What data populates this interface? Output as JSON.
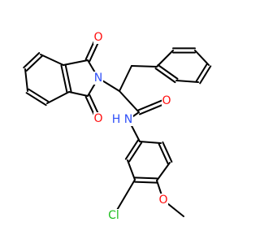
{
  "structure": {
    "colors": {
      "bond": "#000000",
      "O": "#ff0d0d",
      "N": "#3050f8",
      "Cl": "#1fbf1f",
      "background": "#ffffff"
    },
    "atom_labels": [
      {
        "id": "o-top",
        "text": "O",
        "element": "O"
      },
      {
        "id": "o-bottom",
        "text": "O",
        "element": "O"
      },
      {
        "id": "n-imide",
        "text": "N",
        "element": "N"
      },
      {
        "id": "o-amide",
        "text": "O",
        "element": "O"
      },
      {
        "id": "h-amide",
        "text": "H",
        "element": "N"
      },
      {
        "id": "n-amide",
        "text": "N",
        "element": "N"
      },
      {
        "id": "cl",
        "text": "Cl",
        "element": "Cl"
      },
      {
        "id": "o-methoxy",
        "text": "O",
        "element": "O"
      }
    ]
  }
}
